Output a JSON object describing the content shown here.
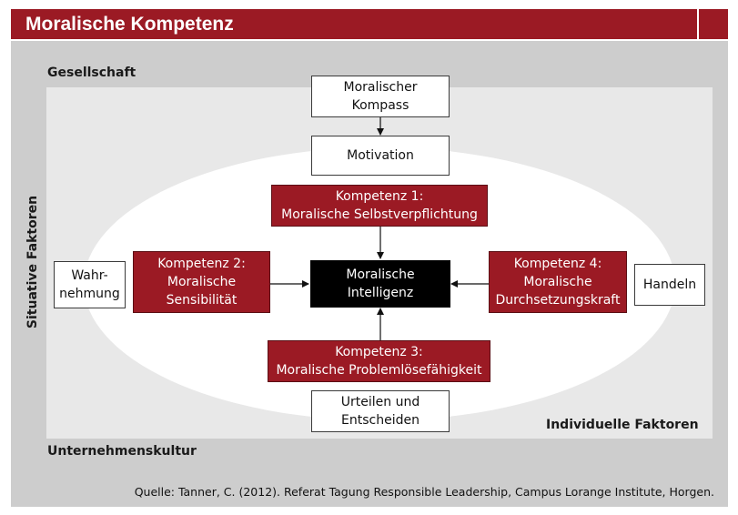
{
  "header": {
    "title": "Moralische Kompetenz"
  },
  "context_labels": {
    "society": "Gesellschaft",
    "situational": "Situative Faktoren",
    "company_culture": "Unternehmenskultur",
    "individual": "Individuelle Faktoren"
  },
  "nodes": {
    "compass": "Moralischer\nKompass",
    "motivation": "Motivation",
    "competence1": "Kompetenz 1:\nMoralische Selbstverpflichtung",
    "competence2": "Kompetenz 2:\nMoralische\nSensibilität",
    "intelligence": "Moralische\nIntelligenz",
    "competence4": "Kompetenz 4:\nMoralische\nDurchsetzungskraft",
    "competence3": "Kompetenz 3:\nMoralische Problemlösefähigkeit",
    "perception": "Wahr-\nnehmung",
    "action": "Handeln",
    "judging": "Urteilen und\nEntscheiden"
  },
  "source": "Quelle: Tanner, C. (2012). Referat Tagung Responsible Leadership, Campus Lorange Institute, Horgen.",
  "colors": {
    "title_bar": "#9b1a24",
    "competence_box": "#9b1a24",
    "center_box": "#000000",
    "outer_panel": "#cdcdcd",
    "inner_panel": "#e8e8e8"
  }
}
